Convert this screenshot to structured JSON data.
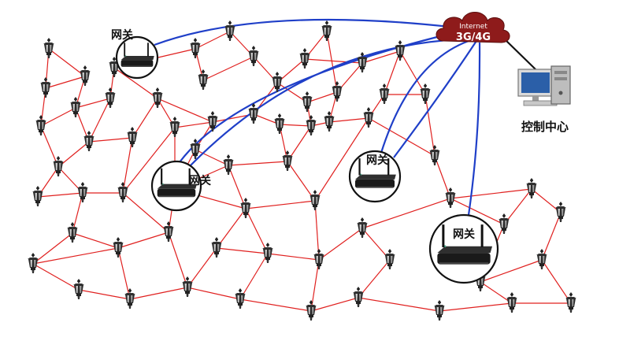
{
  "cloud": {
    "line1": "Internet",
    "line2": "3G/4G",
    "color": "#8e1b1b"
  },
  "control_center": {
    "label": "控制中心"
  },
  "gateways": [
    {
      "id": "gw1",
      "label": "网关"
    },
    {
      "id": "gw2",
      "label": "网关"
    },
    {
      "id": "gw3",
      "label": "网关"
    },
    {
      "id": "gw4",
      "label": "网关"
    }
  ],
  "colors": {
    "mesh_link": "#e0201f",
    "backhaul_link": "#1f3fc8",
    "lamp": "#1b1b1b"
  }
}
